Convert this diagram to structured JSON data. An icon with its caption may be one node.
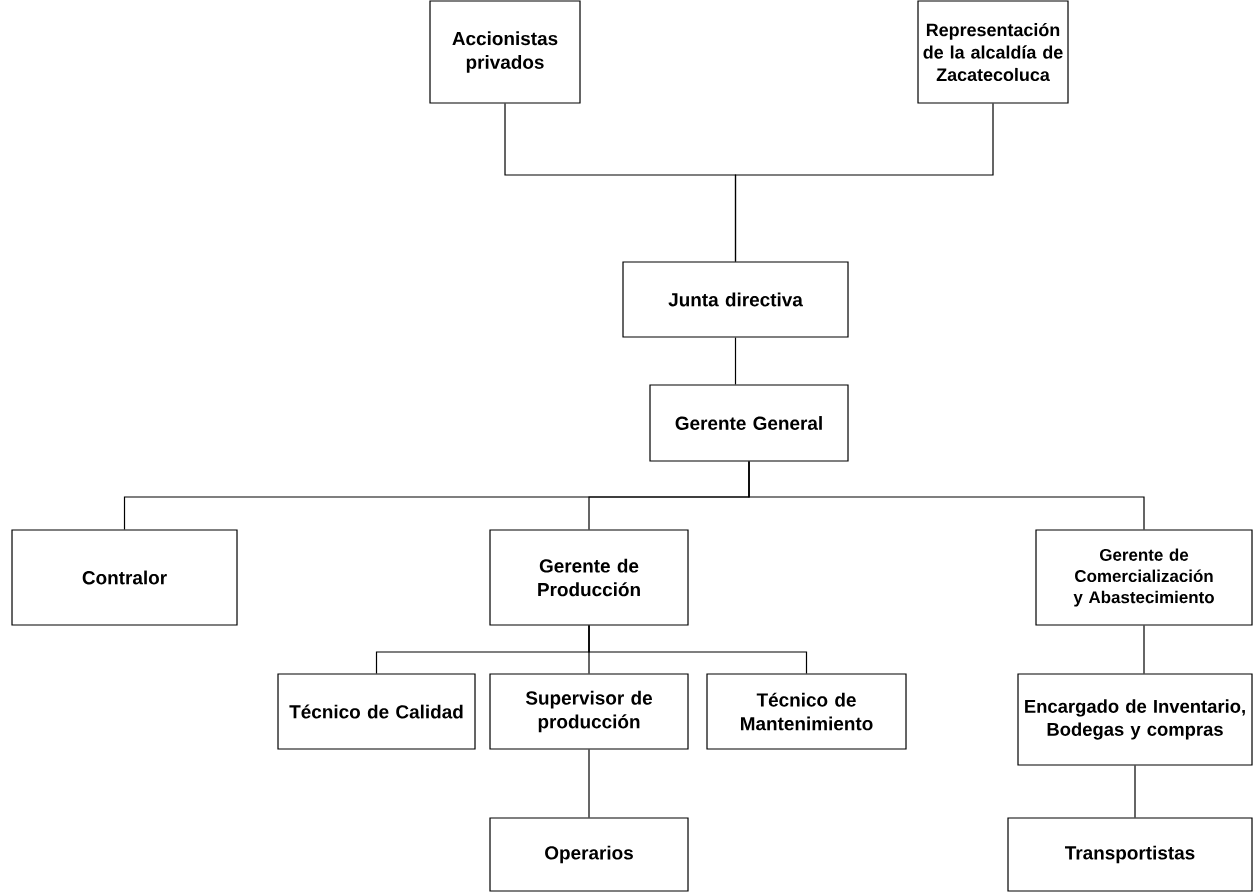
{
  "diagram": {
    "nodes": [
      {
        "text": [
          "Accionistas privados"
        ]
      },
      {
        "text": [
          "Representación de la alcaldía de Zacatecoluca"
        ]
      },
      {
        "text": [
          "Junta directiva"
        ]
      },
      {
        "text": [
          "Gerente General"
        ]
      },
      {
        "text": [
          "Contralor"
        ]
      },
      {
        "text": [
          "Gerente de Producción"
        ]
      },
      {
        "text": [
          "Gerente de Comercialización y Abastecimiento"
        ]
      },
      {
        "text": [
          "Técnico de Calidad"
        ]
      },
      {
        "text": [
          "Supervisor de producción"
        ]
      },
      {
        "text": [
          "Técnico de Mantenimiento"
        ]
      },
      {
        "text": [
          "Encargado de Inventario, Bodegas y compras"
        ]
      },
      {
        "text": [
          "Operarios"
        ]
      },
      {
        "text": [
          "Transportistas"
        ]
      }
    ],
    "edges": [
      {
        "from": 0,
        "to": 2,
        "arrow": "none"
      },
      {
        "from": 1,
        "to": 2,
        "arrow": "none"
      },
      {
        "from": 2,
        "to": 3,
        "arrow": "none"
      },
      {
        "from": 3,
        "to": 4,
        "arrow": "none"
      },
      {
        "from": 3,
        "to": 5,
        "arrow": "none"
      },
      {
        "from": 3,
        "to": 6,
        "arrow": "none"
      },
      {
        "from": 5,
        "to": 7,
        "arrow": "none"
      },
      {
        "from": 5,
        "to": 8,
        "arrow": "none"
      },
      {
        "from": 5,
        "to": 9,
        "arrow": "none"
      },
      {
        "from": 8,
        "to": 11,
        "arrow": "none"
      },
      {
        "from": 6,
        "to": 10,
        "arrow": "none"
      },
      {
        "from": 10,
        "to": 12,
        "arrow": "none"
      }
    ]
  }
}
